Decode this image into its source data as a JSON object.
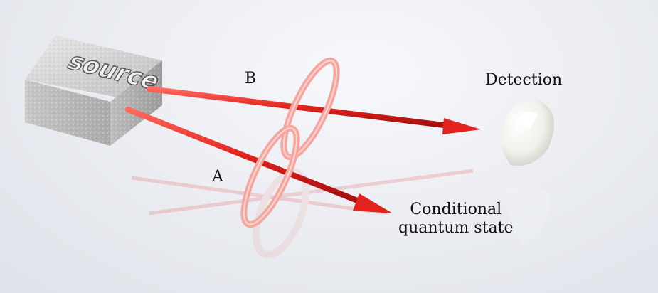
{
  "source_label": "source",
  "beams": {
    "b": "B",
    "a": "A"
  },
  "detector": {
    "label": "Detection"
  },
  "output": {
    "line1": "Conditional",
    "line2": "quantum state"
  },
  "colors": {
    "beam": "#e0231f",
    "ring": "#f29a94",
    "box": "#c9c9c9",
    "detector": "#f4f3ee"
  }
}
